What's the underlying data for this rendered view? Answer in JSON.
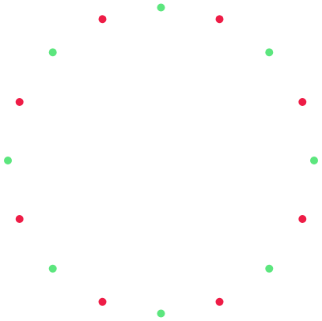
{
  "colors": {
    "background": "#ffffff",
    "green": "#5ce67e",
    "red": "#ee1c46"
  },
  "dots": {
    "count": 16,
    "pattern": [
      "green",
      "red",
      "green",
      "red",
      "green",
      "red",
      "green",
      "red",
      "green",
      "red",
      "green",
      "red",
      "green",
      "red",
      "green",
      "red"
    ]
  }
}
